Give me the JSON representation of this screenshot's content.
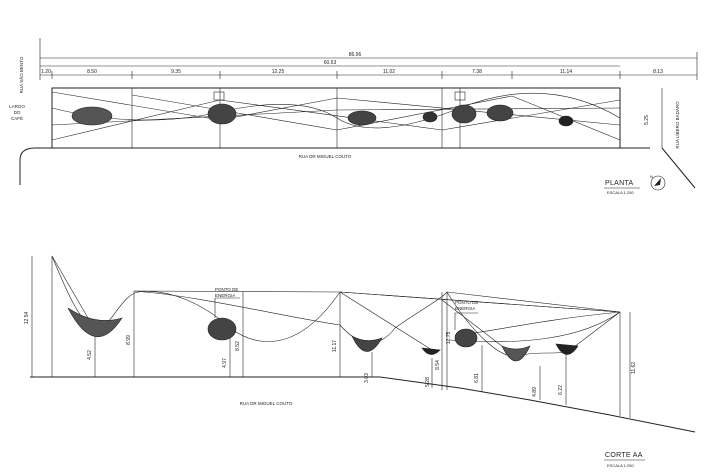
{
  "plan": {
    "overall_dims": [
      "86.96",
      "60.63"
    ],
    "segment_dims": [
      "1.20",
      "8.50",
      "9.35",
      "12.25",
      "11.02",
      "7.38",
      "11.14",
      "8.13"
    ],
    "streets": {
      "left_top": "RUA SÃO BENTO",
      "left_mid_line1": "LARGO",
      "left_mid_line2": "DO",
      "left_mid_line3": "CAFÉ",
      "bottom": "RUA DR MIGUEL COUTO",
      "right": "RUA LÍBERO BADARÓ"
    },
    "height_dim": "5.25",
    "north_label": "N",
    "title": "PLANTA",
    "scale": "ESCALA 1:250"
  },
  "section": {
    "heights": [
      "12.54",
      "4.52",
      "8.99",
      "4.97",
      "8.52",
      "11.17",
      "3.03",
      "5.28",
      "8.54",
      "12.75",
      "6.81",
      "4.89",
      "6.22",
      "11.62"
    ],
    "annotations": {
      "power1_line1": "PONTO DE",
      "power1_line2": "ENERGIA",
      "power2_line1": "PONTO DE",
      "power2_line2": "ENERGIA"
    },
    "ground_label": "RUA DR MIGUEL COUTO",
    "title": "CORTE AA",
    "scale": "ESCALA 1:250"
  },
  "colors": {
    "ink": "#222222",
    "paper": "#ffffff"
  }
}
